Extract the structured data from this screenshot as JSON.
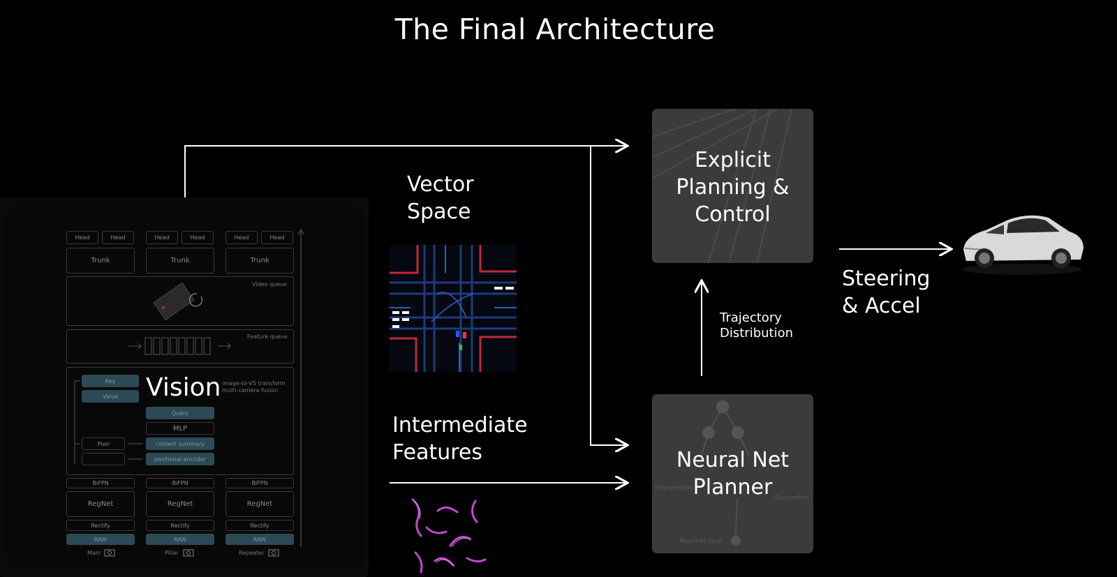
{
  "slide": {
    "title": "The Final Architecture"
  },
  "vision": {
    "label": "Vision",
    "heads": [
      "Head",
      "Head",
      "Head",
      "Head",
      "Head",
      "Head"
    ],
    "trunks": [
      "Trunk",
      "Trunk",
      "Trunk"
    ],
    "video_queue": "Video queue",
    "feature_queue": "Feature queue",
    "transform_label_1": "image-to-VS transform",
    "transform_label_2": "multi-camera fusion",
    "key": "Key",
    "value": "Value",
    "query": "Query",
    "mlp": "MLP",
    "pool": "Pool",
    "context_summary": "context summary",
    "positional_encoder": "positional encoder",
    "bifpn": [
      "BiFPN",
      "BiFPN",
      "BiFPN"
    ],
    "regnet": [
      "RegNet",
      "RegNet",
      "RegNet"
    ],
    "rectify": [
      "Rectify",
      "Rectify",
      "Rectify"
    ],
    "raw": [
      "RAW",
      "RAW",
      "RAW"
    ],
    "cameras": [
      "Main",
      "Pillar",
      "Repeater"
    ]
  },
  "vector_space": {
    "line1": "Vector",
    "line2": "Space"
  },
  "intermediate": {
    "line1": "Intermediate",
    "line2": "Features"
  },
  "epc": {
    "line1": "Explicit",
    "line2": "Planning &",
    "line3": "Control"
  },
  "nnp": {
    "line1": "Neural Net",
    "line2": "Planner",
    "intervention": "Intervention",
    "discomfort": "Discomfort",
    "reaches_goal": "Reaches Goal"
  },
  "trajectory": {
    "line1": "Trajectory",
    "line2": "Distribution"
  },
  "output": {
    "line1": "Steering",
    "line2": "& Accel"
  }
}
